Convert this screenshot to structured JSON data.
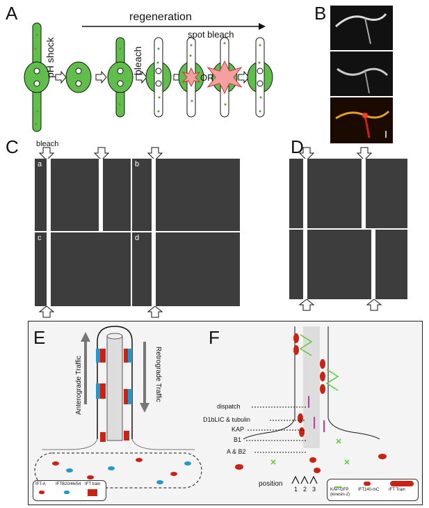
{
  "panels": {
    "A": "A",
    "B": "B",
    "C": "C",
    "D": "D",
    "E": "E",
    "F": "F"
  },
  "panelA": {
    "regeneration": "regeneration",
    "ph_shock": "pH shock",
    "bleach": "bleach",
    "spot_bleach": "spot bleach",
    "or": "OR"
  },
  "panelC": {
    "bleach": "bleach",
    "sub": [
      "a",
      "b",
      "c",
      "d"
    ]
  },
  "panelE": {
    "anterograde": "Anterograde Traffic",
    "retrograde": "Retrograde Traffic",
    "legend": {
      "ifta": "IFT-A",
      "iftb": "IFTB20/46/54",
      "train": "IFT train"
    }
  },
  "panelF": {
    "labels": [
      "dispatch",
      "D1bLIC & tubulin",
      "KAP",
      "B1",
      "A & B2"
    ],
    "position": "position",
    "positions": [
      "1",
      "2",
      "3"
    ],
    "legend": {
      "kap": "KAP-GFP",
      "kinesin": "(kinesin-2)",
      "ift140": "IFT140-mC",
      "train": "IFT Train"
    }
  }
}
